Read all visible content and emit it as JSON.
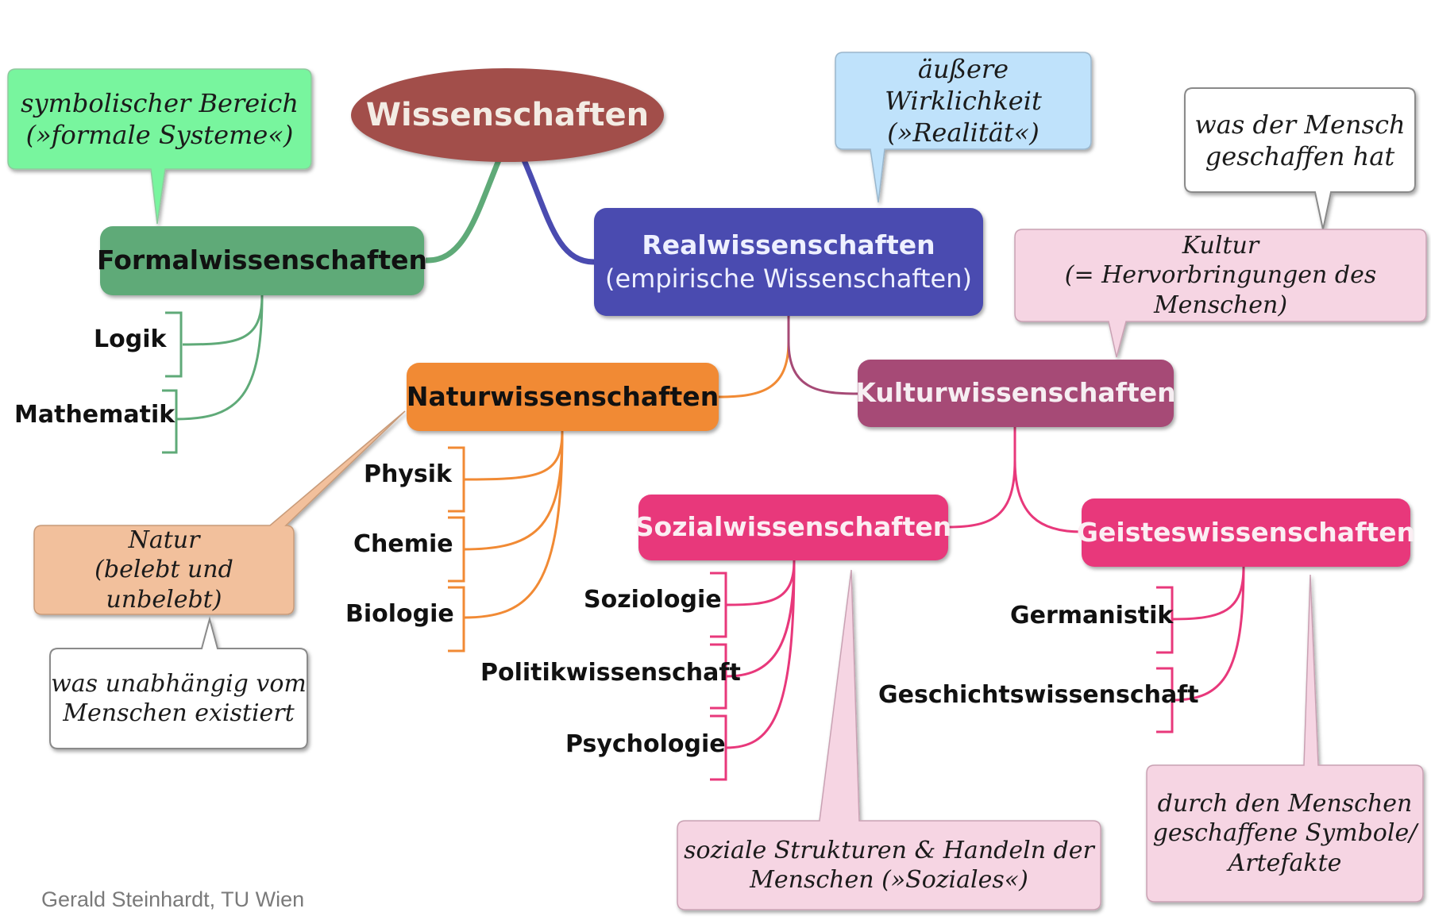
{
  "root": {
    "label": "Wissenschaften"
  },
  "formal": {
    "label": "Formalwissenschaften",
    "note": {
      "line1": "symbolischer Bereich",
      "line2": "(»formale Systeme«)"
    },
    "children": [
      "Logik",
      "Mathematik"
    ]
  },
  "real": {
    "label": "Realwissenschaften",
    "sublabel": "(empirische Wissenschaften)",
    "note": {
      "line1": "äußere Wirklichkeit",
      "line2": "(»Realität«)"
    }
  },
  "natur": {
    "label": "Naturwissenschaften",
    "children": [
      "Physik",
      "Chemie",
      "Biologie"
    ],
    "note": {
      "line1": "Natur",
      "line2": "(belebt und unbelebt)"
    },
    "subnote": {
      "line1": "was unabhängig vom",
      "line2": "Menschen existiert"
    }
  },
  "kultur": {
    "label": "Kulturwissenschaften",
    "note": {
      "line1": "Kultur",
      "line2": "(= Hervorbringungen des Menschen)"
    },
    "subnote": {
      "line1": "was der Mensch",
      "line2": "geschaffen hat"
    }
  },
  "sozial": {
    "label": "Sozialwissenschaften",
    "children": [
      "Soziologie",
      "Politikwissenschaft",
      "Psychologie"
    ],
    "note": {
      "line1": "soziale Strukturen & Handeln der",
      "line2": "Menschen (»Soziales«)"
    }
  },
  "geistes": {
    "label": "Geisteswissenschaften",
    "children": [
      "Germanistik",
      "Geschichtswissenschaft"
    ],
    "note": {
      "line1": "durch den Menschen",
      "line2": "geschaffene Symbole/",
      "line3": "Artefakte"
    }
  },
  "footer": "Gerald Steinhardt, TU Wien",
  "colors": {
    "root": "#a24e4a",
    "formal": "#5faa78",
    "formal_note": "#78f59e",
    "real": "#4a4bb0",
    "real_note": "#bfe2fb",
    "natur": "#f18a34",
    "natur_note": "#f2c09c",
    "kultur": "#a64a76",
    "kultur_note": "#f6d5e3",
    "sozial": "#e8387b",
    "geistes": "#e8387b",
    "white_note": "#ffffff"
  }
}
